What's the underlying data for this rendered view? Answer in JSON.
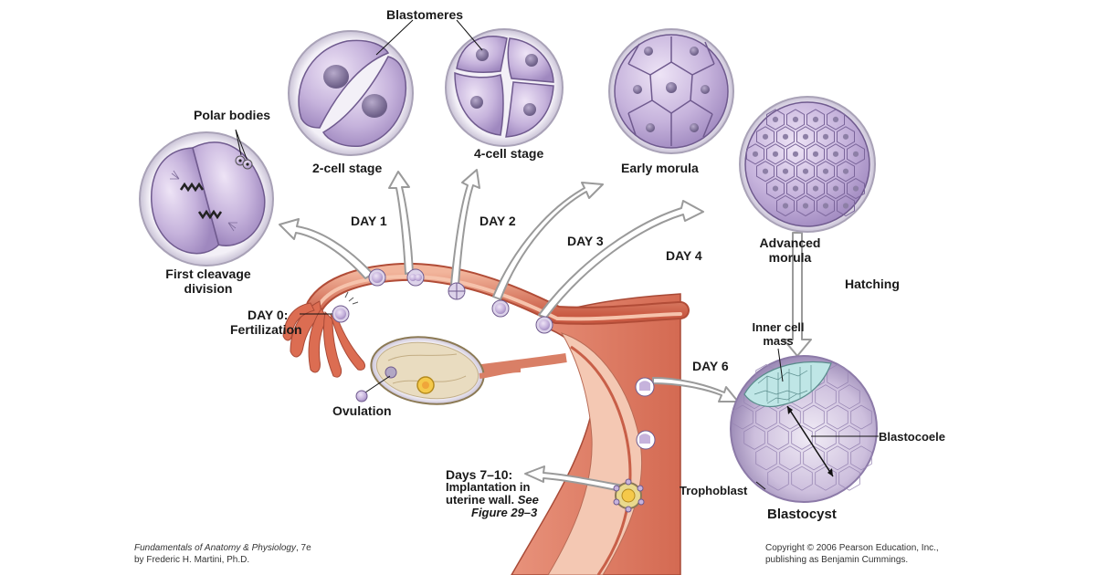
{
  "labels": {
    "blastomeres": "Blastomeres",
    "polar_bodies": "Polar bodies",
    "two_cell": "2-cell stage",
    "four_cell": "4-cell stage",
    "early_morula": "Early morula",
    "advanced_morula_1": "Advanced",
    "advanced_morula_2": "morula",
    "first_cleavage_1": "First cleavage",
    "first_cleavage_2": "division",
    "day0": "DAY 0:",
    "fertilization": "Fertilization",
    "ovulation": "Ovulation",
    "day1": "DAY 1",
    "day2": "DAY 2",
    "day3": "DAY 3",
    "day4": "DAY 4",
    "day6": "DAY 6",
    "hatching": "Hatching",
    "inner_cell_1": "Inner cell",
    "inner_cell_2": "mass",
    "blastocoele": "Blastocoele",
    "trophoblast": "Trophoblast",
    "blastocyst": "Blastocyst",
    "days_7_10": "Days 7–10:",
    "implant_1": "Implantation in",
    "implant_2": "uterine wall.",
    "implant_see": "See",
    "implant_fig": "Figure 29–3"
  },
  "footer": {
    "book_title": "Fundamentals of Anatomy & Physiology",
    "book_edition": ", 7e",
    "author": "by Frederic H. Martini, Ph.D.",
    "copyright": "Copyright © 2006 Pearson Education, Inc.,",
    "publisher": "publishing as Benjamin Cummings."
  },
  "colors": {
    "cell_fill": "#c6b3dc",
    "cell_light": "#e4d8ef",
    "cell_edge": "#6f5a8e",
    "nucleus": "#8d7fa6",
    "tube": "#d96a4f",
    "tube_light": "#f0a889",
    "arrow_fill": "#ffffff",
    "arrow_edge": "#9a9a9a",
    "icm": "#bfe6e6",
    "ovary": "#e9dcc0"
  }
}
